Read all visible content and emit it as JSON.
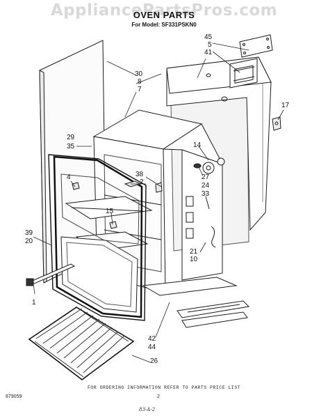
{
  "header": {
    "watermark": "AppliancePartsPros.com",
    "title": "OVEN PARTS",
    "subtitle": "For Model: SF331PSKN0"
  },
  "callouts": [
    {
      "id": "c45",
      "label": "45"
    },
    {
      "id": "c5",
      "label": "5"
    },
    {
      "id": "c41",
      "label": "41"
    },
    {
      "id": "c30",
      "label": "30"
    },
    {
      "id": "c8",
      "label": "8"
    },
    {
      "id": "c7",
      "label": "7"
    },
    {
      "id": "c17",
      "label": "17"
    },
    {
      "id": "c29",
      "label": "29"
    },
    {
      "id": "c35",
      "label": "35"
    },
    {
      "id": "c14",
      "label": "14"
    },
    {
      "id": "c4",
      "label": "4"
    },
    {
      "id": "c38",
      "label": "38"
    },
    {
      "id": "c2",
      "label": "2"
    },
    {
      "id": "c27",
      "label": "27"
    },
    {
      "id": "c24",
      "label": "24"
    },
    {
      "id": "c33",
      "label": "33"
    },
    {
      "id": "c15",
      "label": "15"
    },
    {
      "id": "c39",
      "label": "39"
    },
    {
      "id": "c20",
      "label": "20"
    },
    {
      "id": "c21",
      "label": "21"
    },
    {
      "id": "c10",
      "label": "10"
    },
    {
      "id": "c1",
      "label": "1"
    },
    {
      "id": "c42",
      "label": "42"
    },
    {
      "id": "c44",
      "label": "44"
    },
    {
      "id": "c26",
      "label": "26"
    }
  ],
  "footer": {
    "note": "FOR ORDERING INFORMATION REFER TO PARTS PRICE LIST",
    "doc_code": "879059",
    "page": "2",
    "handwritten": "83-A-2"
  }
}
